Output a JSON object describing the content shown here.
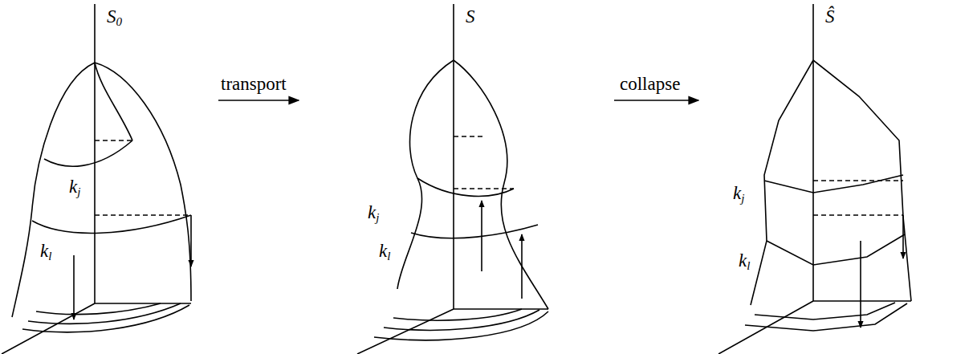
{
  "diagram": {
    "labels": [
      "S0",
      "transport",
      "S",
      "collapse",
      "Ŝ",
      "kj",
      "kl",
      "kj",
      "kl",
      "kj",
      "kl"
    ]
  }
}
